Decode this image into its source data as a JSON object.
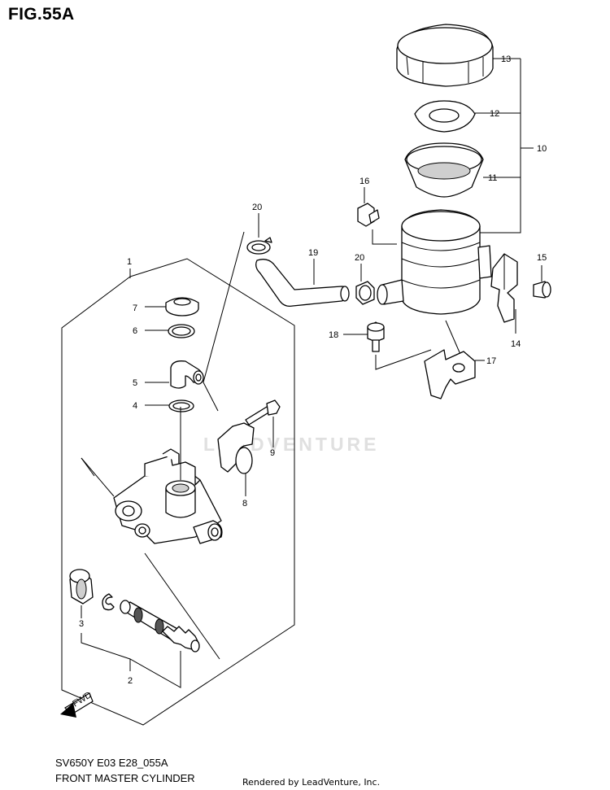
{
  "figure": {
    "title": "FIG.55A",
    "model": "SV650Y E03 E28_055A",
    "caption": "FRONT MASTER CYLINDER",
    "credit": "Rendered by LeadVenture, Inc.",
    "watermark": "LEADVENTURE",
    "fwd_label": "FWD"
  },
  "callouts": [
    "1",
    "2",
    "3",
    "4",
    "5",
    "6",
    "7",
    "8",
    "9",
    "10",
    "11",
    "12",
    "13",
    "14",
    "15",
    "16",
    "17",
    "18",
    "19",
    "20",
    "20"
  ]
}
